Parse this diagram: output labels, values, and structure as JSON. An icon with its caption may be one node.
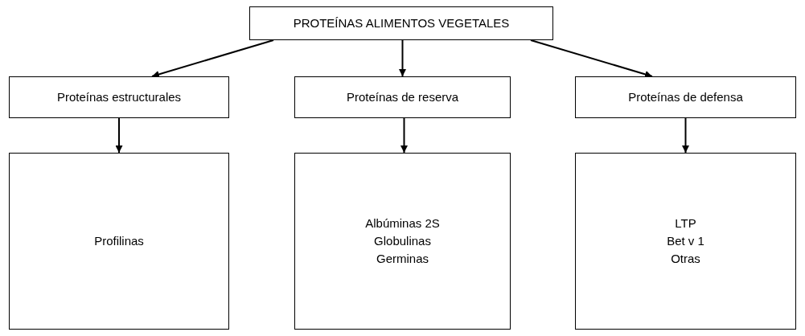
{
  "diagram": {
    "nodes": [
      {
        "text": [
          "PROTEÍNAS ALIMENTOS VEGETALES"
        ]
      },
      {
        "text": [
          "Proteínas estructurales"
        ]
      },
      {
        "text": [
          "Proteínas de reserva"
        ]
      },
      {
        "text": [
          "Proteínas de defensa"
        ]
      },
      {
        "text": [
          "Profilinas"
        ]
      },
      {
        "text": [
          "Albúminas 2S",
          "Globulinas",
          "Germinas"
        ]
      },
      {
        "text": [
          "LTP",
          "Bet v 1",
          "Otras"
        ]
      }
    ],
    "edges": [
      {
        "from": 0,
        "to": 1,
        "arrow": "to"
      },
      {
        "from": 0,
        "to": 2,
        "arrow": "to"
      },
      {
        "from": 0,
        "to": 3,
        "arrow": "to"
      },
      {
        "from": 1,
        "to": 4,
        "arrow": "to"
      },
      {
        "from": 2,
        "to": 5,
        "arrow": "to"
      },
      {
        "from": 3,
        "to": 6,
        "arrow": "to"
      }
    ]
  }
}
